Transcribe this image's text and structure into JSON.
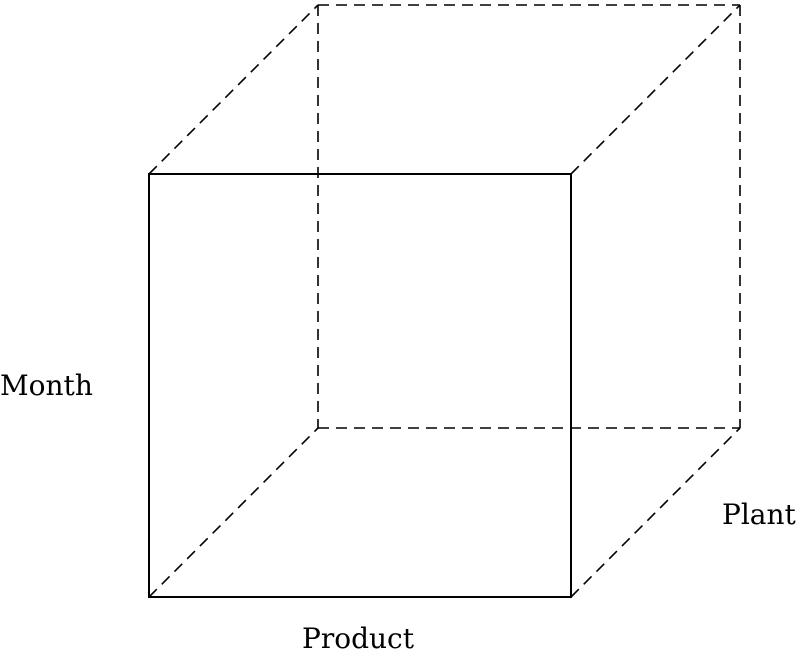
{
  "diagram": {
    "labels": {
      "vertical_axis": "Month",
      "depth_axis": "Plant",
      "horizontal_axis": "Product"
    },
    "colors": {
      "line": "#000000",
      "background": "#ffffff"
    }
  }
}
